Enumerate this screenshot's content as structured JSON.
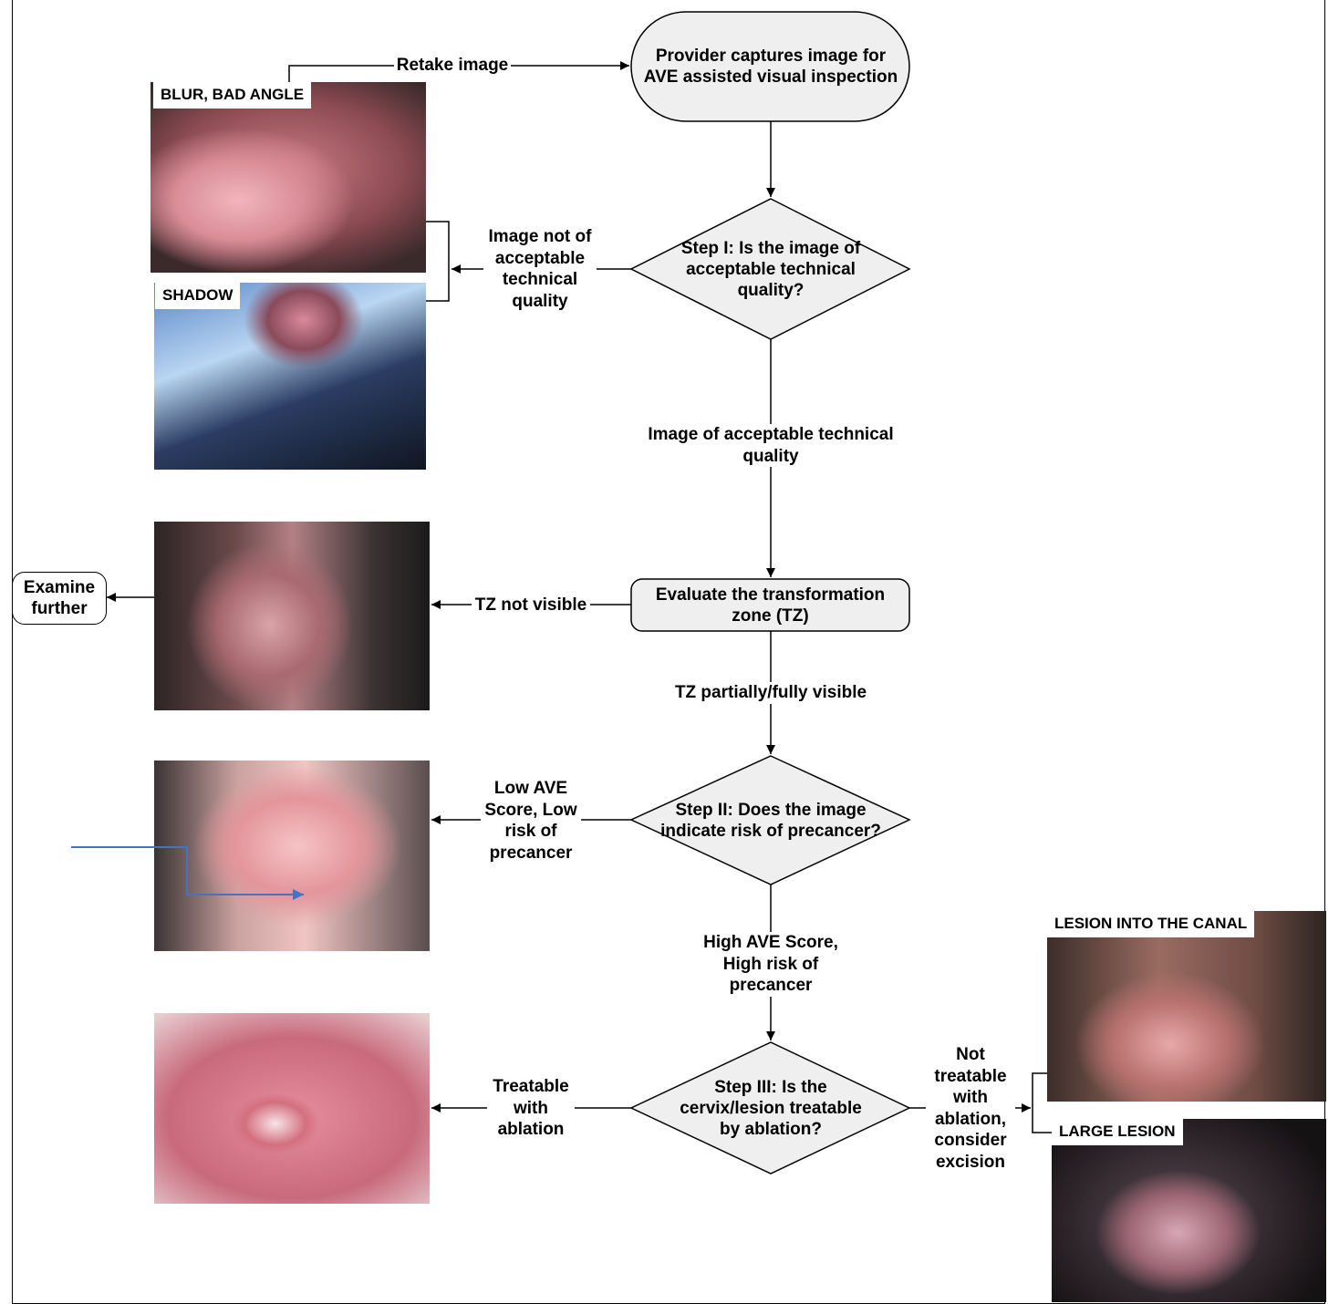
{
  "nodes": {
    "start": "Provider captures image for AVE assisted visual inspection",
    "step1": "Step I: Is the image of acceptable technical quality?",
    "evaluate_tz": "Evaluate the transformation zone (TZ)",
    "step2": "Step II: Does the image indicate risk of precancer?",
    "step3": "Step III: Is the cervix/lesion treatable by ablation?",
    "examine": "Examine further"
  },
  "edges": {
    "retake": "Retake image",
    "not_acceptable": "Image not of acceptable technical quality",
    "acceptable": "Image of acceptable technical quality",
    "tz_not_visible": "TZ not visible",
    "tz_visible": "TZ partially/fully visible",
    "low_risk": "Low AVE Score, Low risk of precancer",
    "high_risk": "High AVE Score, High risk of precancer",
    "treatable": "Treatable with ablation",
    "not_treatable": "Not treatable with ablation, consider excision"
  },
  "photo_tags": {
    "blur": "BLUR, BAD ANGLE",
    "shadow": "SHADOW",
    "lesion_canal": "LESION INTO THE CANAL",
    "large_lesion": "LARGE LESION"
  },
  "colors": {
    "node_fill": "#efefef",
    "line": "#000000",
    "annotation_arrow": "#4472c4"
  }
}
